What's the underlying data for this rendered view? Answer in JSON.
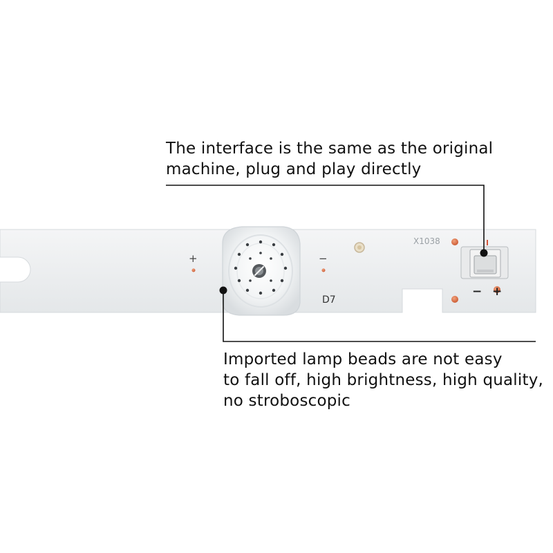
{
  "captions": {
    "connector": {
      "line1": "The interface is the same as the original",
      "line2": "machine, plug and play directly"
    },
    "lamp_bead": {
      "line1": "Imported lamp beads are not easy",
      "line2": "to fall off, high brightness, high quality,",
      "line3": "no stroboscopic"
    }
  },
  "pcb": {
    "model_marking": "X1038",
    "bead_label": "D7",
    "bead_plus": "+",
    "bead_minus": "−",
    "connector_minus": "−",
    "connector_plus": "+"
  },
  "colors": {
    "board": "#eef0f1",
    "pad": "#d9724a",
    "callout_line": "#111111"
  }
}
